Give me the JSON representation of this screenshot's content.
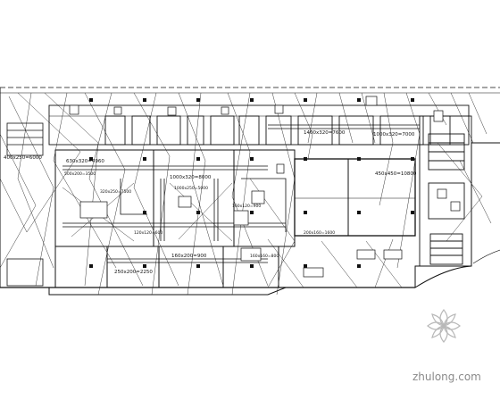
{
  "watermark": {
    "text": "zhulong.com",
    "color": "#8a8a8a"
  },
  "labels": {
    "top_left_dim": "400x250=6000",
    "left_duct_1": "630x320=4960",
    "left_duct_2": "500x200=3500",
    "left_duct_3": "320x250=7500",
    "upper_center_1": "1000x320=8000",
    "upper_center_2": "1000x250=5000",
    "upper_right_1": "1400x320=7600",
    "upper_right_2": "1000x320=7000",
    "right_big_hall": "450x450=10800",
    "center_lower": "160x200=900",
    "bottom_left": "250x200=2250",
    "bottom_mid": "160x160=800",
    "mid_duct": "120x120=600",
    "small_a": "200x160=1600",
    "small_b": "160x120=900"
  },
  "colors": {
    "line": "#111111",
    "thin": "#333333"
  }
}
